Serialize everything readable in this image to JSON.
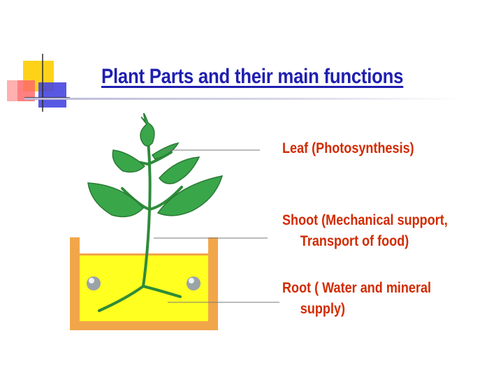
{
  "slide": {
    "title": "Plant Parts and their main functions",
    "labels": {
      "leaf": "Leaf (Photosynthesis)",
      "shoot_line1": "Shoot (Mechanical support,",
      "shoot_line2": "Transport of food)",
      "root_line1": "Root ( Water and mineral",
      "root_line2": "supply)"
    }
  },
  "colors": {
    "title": "#1f1fb0",
    "labels": "#d22a00",
    "leaf_fill": "#3aa64a",
    "stem": "#2e8b3a",
    "pot_rim": "#f2a64a",
    "soil": "#ffff20"
  }
}
